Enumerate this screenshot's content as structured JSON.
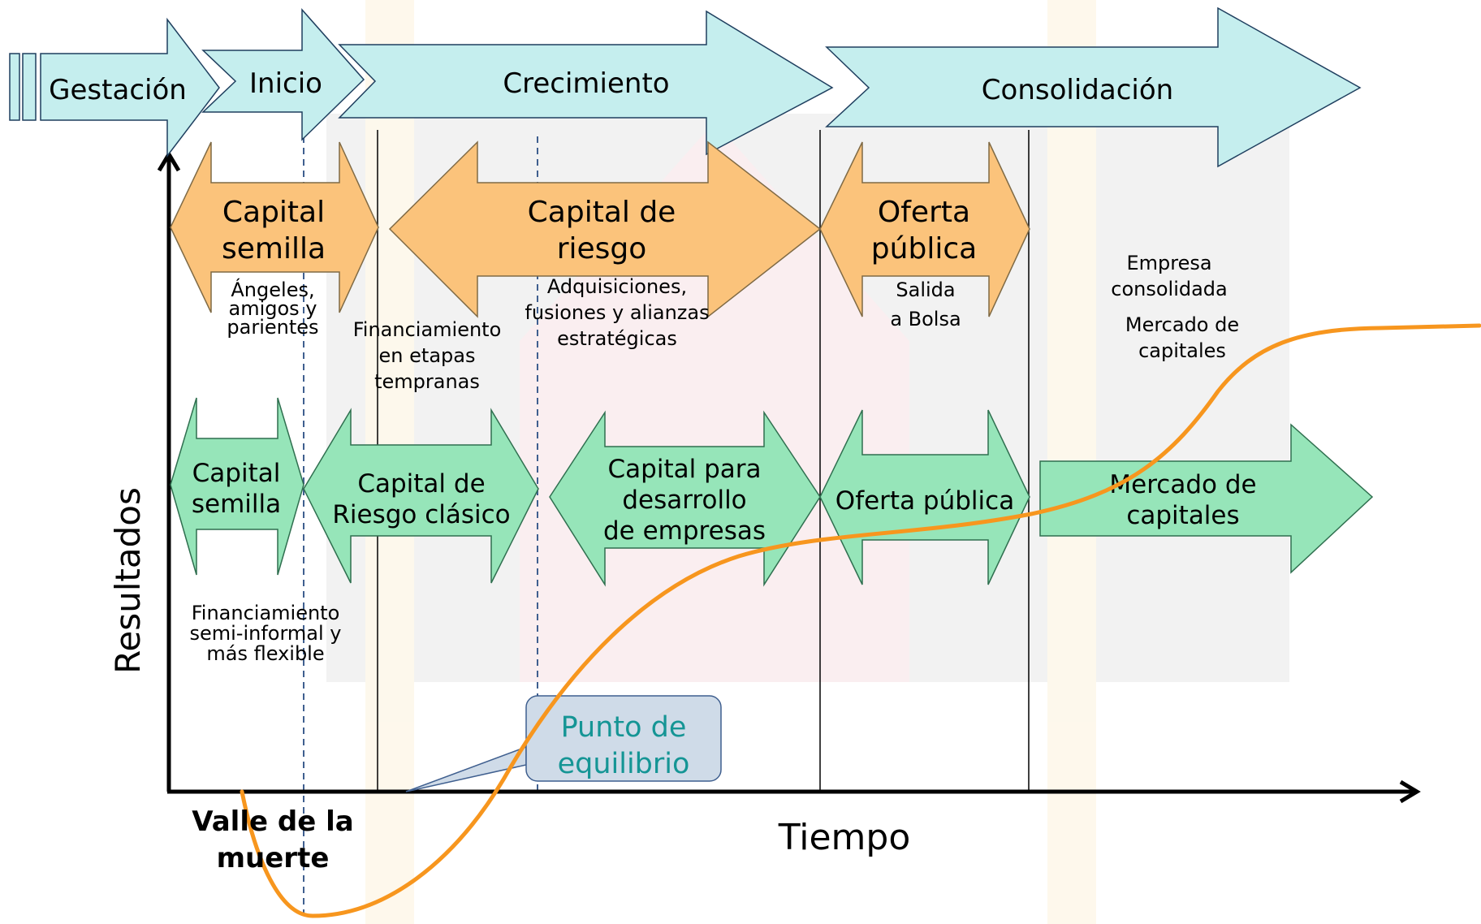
{
  "stages": [
    {
      "id": "gestacion",
      "label": "Gestación"
    },
    {
      "id": "inicio",
      "label": "Inicio"
    },
    {
      "id": "crecimiento",
      "label": "Crecimiento"
    },
    {
      "id": "consolidacion",
      "label": "Consolidación"
    }
  ],
  "financing_sources": [
    {
      "id": "capital-semilla",
      "line1": "Capital",
      "line2": "semilla"
    },
    {
      "id": "capital-de-riesgo",
      "line1": "Capital de",
      "line2": "riesgo"
    },
    {
      "id": "oferta-publica",
      "line1": "Oferta",
      "line2": "pública"
    }
  ],
  "financing_notes": {
    "angeles": [
      "Ángeles,",
      "amigos y",
      "parientes"
    ],
    "financiamiento_etapas": [
      "Financiamiento",
      "en etapas",
      "tempranas"
    ],
    "adquisiciones": [
      "Adquisiciones,",
      "fusiones y alianzas",
      "estratégicas"
    ],
    "salida_bolsa": [
      "Salida",
      "a Bolsa"
    ],
    "empresa_consolidada": [
      "Empresa",
      "consolidada"
    ],
    "mercado_capitales": [
      "Mercado de",
      "capitales"
    ],
    "semi_informal": [
      "Financiamiento",
      "semi-informal y",
      "más flexible"
    ]
  },
  "investment_types": [
    {
      "id": "capital-semilla",
      "lines": [
        "Capital",
        "semilla"
      ]
    },
    {
      "id": "capital-riesgo-clasico",
      "lines": [
        "Capital de",
        "Riesgo clásico"
      ]
    },
    {
      "id": "capital-desarrollo",
      "lines": [
        "Capital para",
        "desarrollo",
        "de empresas"
      ]
    },
    {
      "id": "oferta-publica",
      "lines": [
        "Oferta pública"
      ]
    },
    {
      "id": "mercado-capitales",
      "lines": [
        "Mercado de",
        "capitales"
      ]
    }
  ],
  "axes": {
    "y_label": "Resultados",
    "x_label": "Tiempo"
  },
  "callouts": {
    "valle": [
      "Valle de la",
      "muerte"
    ],
    "equilibrio": [
      "Punto de",
      "equilibrio"
    ]
  },
  "colors": {
    "stage_fill": "#c5eeee",
    "financing_fill": "#fbc37b",
    "investment_fill": "#96e5b9",
    "curve": "#f7961e",
    "callout_text": "#159595",
    "callout_fill": "#cfdbe8",
    "callout_stroke": "#3f5f8f",
    "dashed_line": "#3f5f8f"
  }
}
